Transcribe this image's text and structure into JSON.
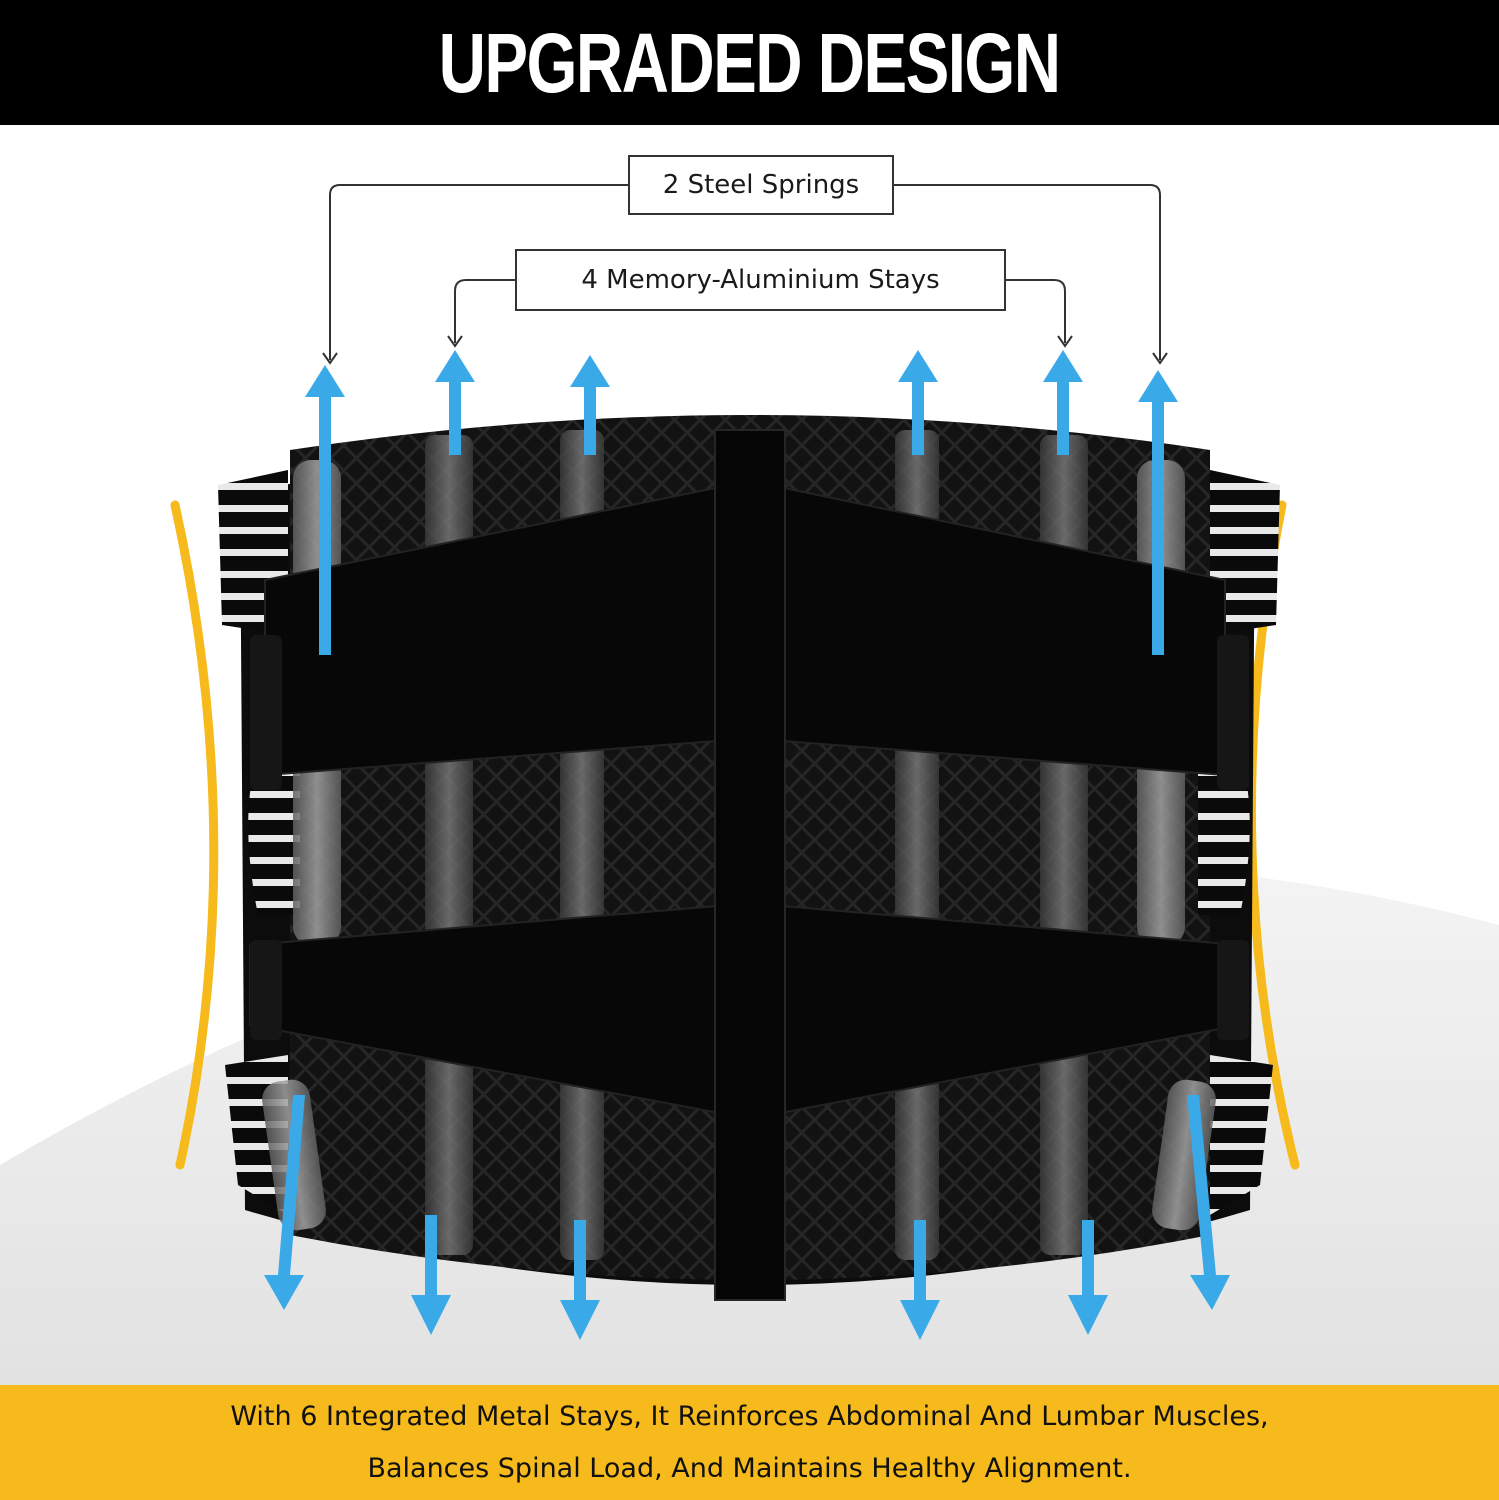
{
  "header": {
    "title": "UPGRADED DESIGN"
  },
  "labels": {
    "springs": "2 Steel Springs",
    "stays": "4 Memory-Aluminium Stays"
  },
  "footer": {
    "line1": "With 6 Integrated Metal Stays, It Reinforces Abdominal And Lumbar Muscles,",
    "line2": "Balances Spinal Load, And Maintains Healthy Alignment."
  },
  "colors": {
    "header_bg": "#000000",
    "footer_bg": "#f6ba1c",
    "accent_yellow": "#f6ba1c",
    "arrow_blue": "#3aa9e8",
    "belt": "#0c0c0c"
  },
  "icons": {
    "stretch_arrow": "double-headed-arrow-icon",
    "callout_arrow": "down-arrow-icon"
  }
}
